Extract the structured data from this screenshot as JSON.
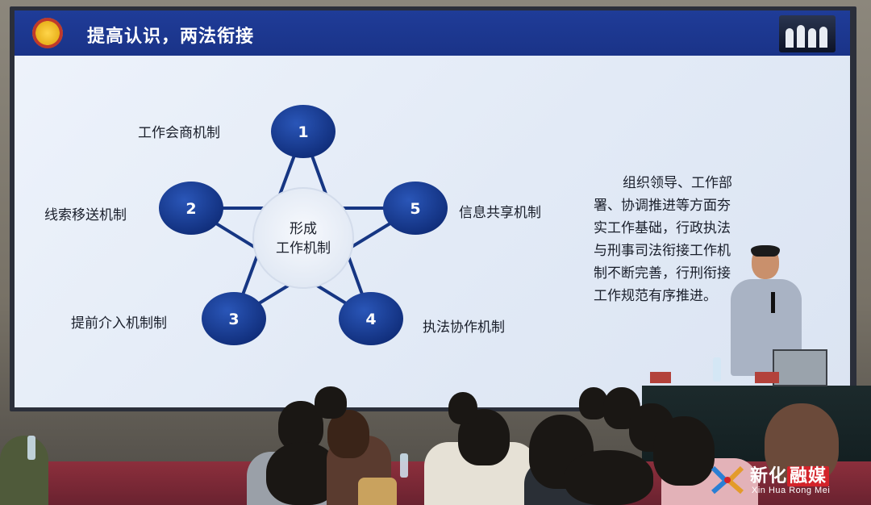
{
  "slide": {
    "title": "提高认识，两法衔接",
    "center_label_line1": "形成",
    "center_label_line2": "工作机制",
    "nodes": [
      {
        "number": "1",
        "label": "工作会商机制"
      },
      {
        "number": "2",
        "label": "线索移送机制"
      },
      {
        "number": "3",
        "label": "提前介入机制制"
      },
      {
        "number": "4",
        "label": "执法协作机制"
      },
      {
        "number": "5",
        "label": "信息共享机制"
      }
    ],
    "side_text": [
      "组织领导、工作部",
      "署、协调推进等方面夯",
      "实工作基础，行政执法",
      "与刑事司法衔接工作机",
      "制不断完善，行刑衔接",
      "工作规范有序推进。"
    ],
    "colors": {
      "header": "#1f3c98",
      "node": "#173a8f",
      "center_fill": "#eef3fb"
    }
  },
  "watermark": {
    "cn_prefix": "新化",
    "cn_highlight": "融媒",
    "en": "Xin Hua Rong Mei",
    "colors": {
      "red": "#d3232a",
      "blue": "#2a7fd4"
    }
  }
}
